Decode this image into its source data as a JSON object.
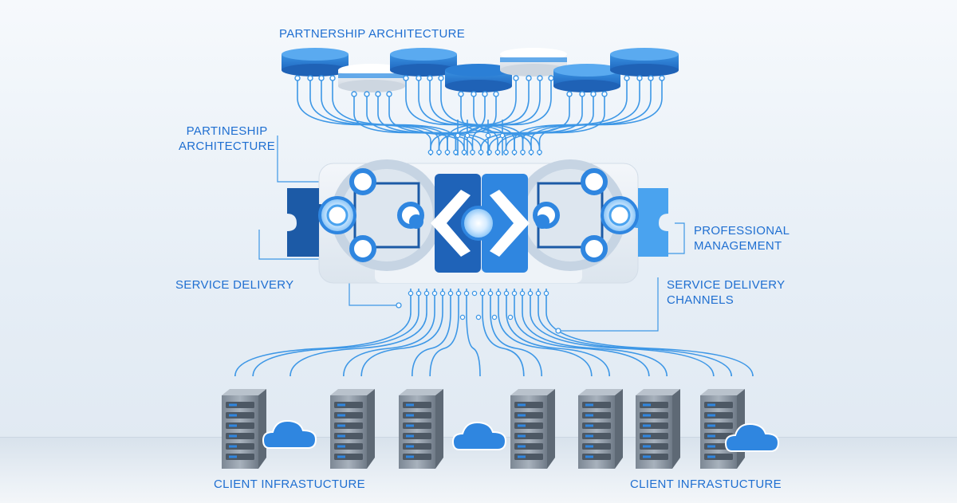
{
  "labels": {
    "top": "PARTNERSHIP ARCHITECTURE",
    "partnership_left_line1": "PARTINESHIP",
    "partnership_left_line2": "ARCHITECTURE",
    "service_delivery_left": "SERVICE DELIVERY",
    "professional_line1": "PROFESSIONAL",
    "professional_line2": "MANAGEMENT",
    "service_channels_line1": "SERVICE DELIVERY",
    "service_channels_line2": "CHANNELS",
    "client_left": "CLIENT INFRASTUCTURE",
    "client_right": "CLIENT INFRASTUCTURE"
  },
  "colors": {
    "accent": "#1f6fd1",
    "dark_blue": "#1c5aa6",
    "mid_blue": "#2f86e0",
    "light_blue": "#4aa3ef",
    "line_blue": "#3d97e6",
    "pale": "#e8eef5",
    "server_gray": "#8b96a3"
  },
  "icons": {
    "top_nodes": "database-disc-icon",
    "hub": "chevron-connector-icon",
    "servers": "server-rack-icon",
    "clouds": "cloud-icon",
    "puzzle": "puzzle-piece-icon"
  }
}
